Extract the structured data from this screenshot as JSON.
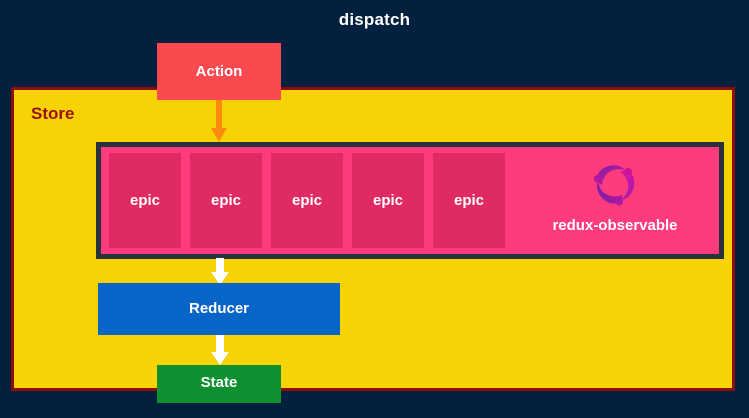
{
  "diagram": {
    "title": "dispatch",
    "background_color": "#03203f",
    "store": {
      "label": "Store",
      "fill_color": "#f7d305",
      "border_color": "#8f0d08",
      "label_color": "#99110c"
    },
    "action": {
      "label": "Action",
      "fill_color": "#fb4a4f",
      "label_color": "#ffffff"
    },
    "arrows": {
      "dispatch_arrow": {
        "name": "action-to-epics",
        "color": "#fc8b0d",
        "direction": "down"
      },
      "epics_to_reducer_arrow": {
        "name": "epics-to-reducer",
        "color": "#ffffff",
        "direction": "down"
      },
      "reducer_to_state_arrow": {
        "name": "reducer-to-state",
        "color": "#ffffff",
        "direction": "down"
      }
    },
    "epics": {
      "container_fill": "#fd3b7d",
      "container_border": "#28323c",
      "box_fill": "#e02a64",
      "box_label_color": "#ffffff",
      "items": [
        {
          "label": "epic"
        },
        {
          "label": "epic"
        },
        {
          "label": "epic"
        },
        {
          "label": "epic"
        },
        {
          "label": "epic"
        }
      ],
      "brand": {
        "label": "redux-observable",
        "label_color": "#ffffff",
        "logo_icon": "redux-observable-logo-icon",
        "logo_colors": [
          "#c4119c",
          "#7b1fa8",
          "#e0159b",
          "#9c1bb0"
        ]
      }
    },
    "reducer": {
      "label": "Reducer",
      "fill_color": "#0765c8",
      "label_color": "#ffffff"
    },
    "state": {
      "label": "State",
      "fill_color": "#0d9130",
      "label_color": "#ffffff"
    }
  }
}
